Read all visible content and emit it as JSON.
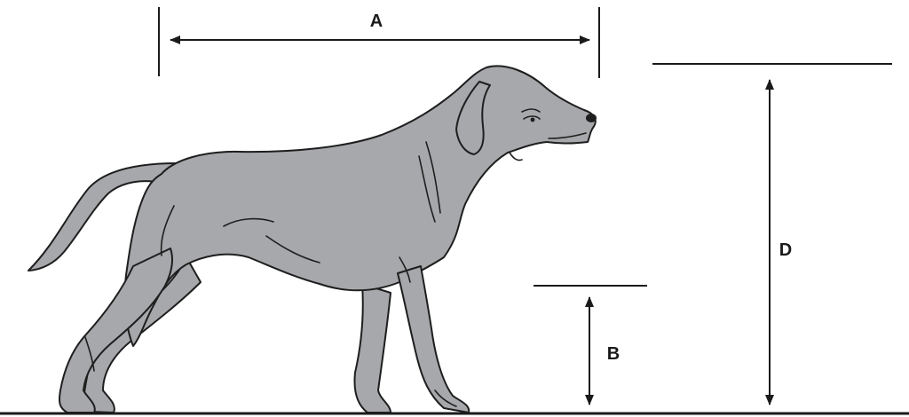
{
  "labels": {
    "a": "A",
    "b": "B",
    "d": "D"
  },
  "colors": {
    "dog_fill": "#a7a8ab",
    "outline": "#1e1e1e",
    "background": "#ffffff"
  }
}
